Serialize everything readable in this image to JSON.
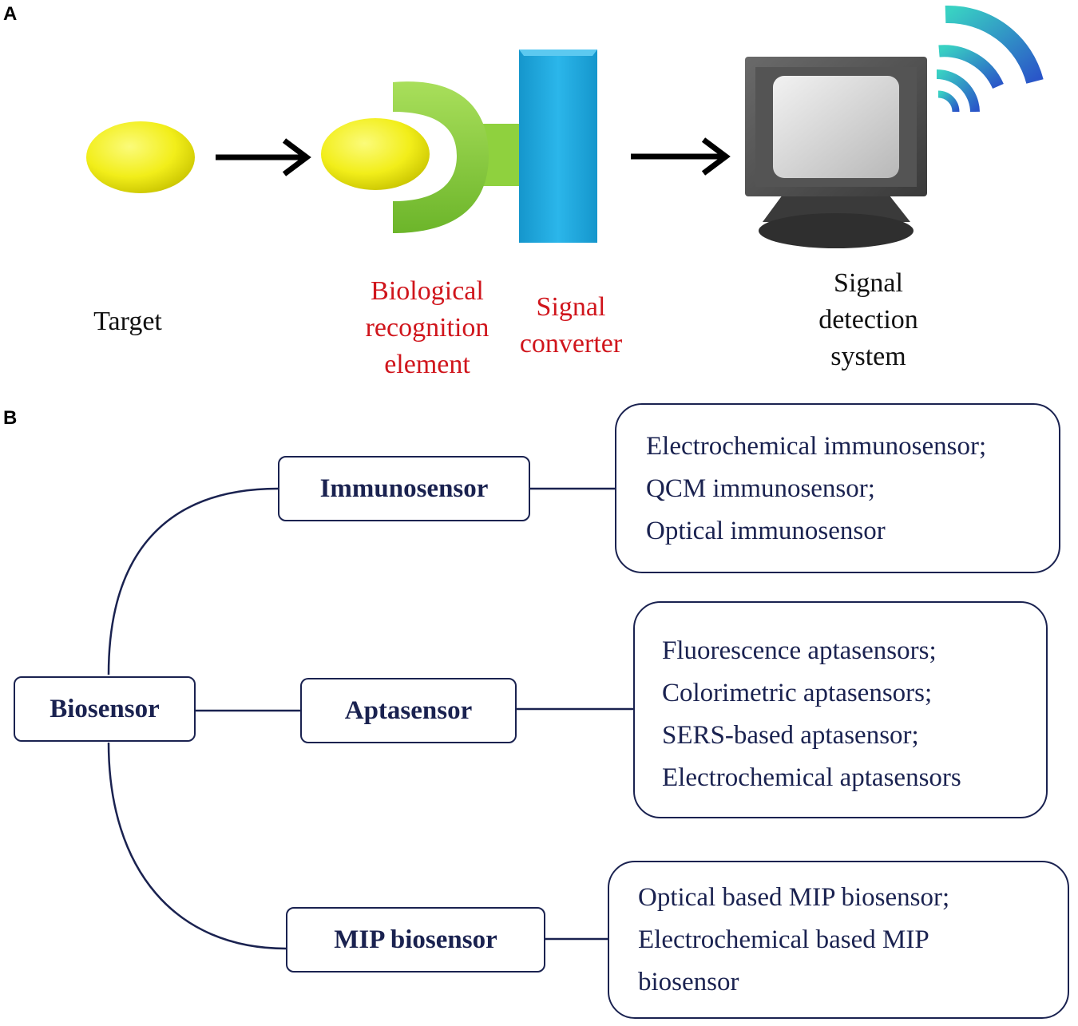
{
  "panels": {
    "a": "A",
    "b": "B"
  },
  "panel_a": {
    "target": "Target",
    "recognition": "Biological\nrecognition\nelement",
    "converter": "Signal\nconverter",
    "detection": "Signal\ndetection\nsystem"
  },
  "panel_b": {
    "root": "Biosensor",
    "branches": [
      {
        "label": "Immunosensor",
        "items": [
          "Electrochemical immunosensor;",
          "QCM immunosensor;",
          "Optical immunosensor"
        ]
      },
      {
        "label": "Aptasensor",
        "items": [
          "Fluorescence aptasensors;",
          "Colorimetric aptasensors;",
          "SERS-based aptasensor;",
          "Electrochemical aptasensors"
        ]
      },
      {
        "label": "MIP biosensor",
        "items": [
          "Optical based MIP biosensor;",
          "Electrochemical based MIP",
          "biosensor"
        ]
      }
    ]
  },
  "colors": {
    "target_yellow": "#f2ee1a",
    "recognition_green": "#8fd13e",
    "converter_blue": "#1ea6dc",
    "label_red": "#d0151c",
    "node_navy": "#1a2250"
  },
  "icons": {
    "monitor": "monitor-icon",
    "wifi": "wireless-signal-icon"
  }
}
